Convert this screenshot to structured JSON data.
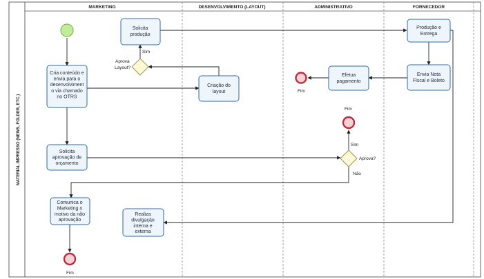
{
  "pool": {
    "title": "MATERIAL IMPRESSO (NEWS, FOLDER, ETC.)"
  },
  "lanes": [
    {
      "id": "marketing",
      "title": "MARKETING"
    },
    {
      "id": "dev",
      "title": "DESENVOLVIMENTO (LAYOUT)"
    },
    {
      "id": "admin",
      "title": "ADMINISTRATIVO"
    },
    {
      "id": "fornecedor",
      "title": "FORNECEDOR"
    }
  ],
  "tasks": {
    "cria_conteudo": [
      "Cria conteúdo e",
      "envia para o",
      "desenvolviment",
      "o via chamado",
      "no OTRS"
    ],
    "solicita_producao": [
      "Solicita",
      "produção"
    ],
    "criacao_layout": [
      "Criação do",
      "layout"
    ],
    "solicita_aprovacao": [
      "Solicita",
      "aprovação de",
      "orçamento"
    ],
    "comunica": [
      "Comunica o",
      "Marketing o",
      "motivo da não",
      "aprovação"
    ],
    "divulgacao": [
      "Realiza",
      "divulgação",
      "interna e",
      "externa"
    ],
    "efetua_pagamento": [
      "Efetua",
      "pagamento"
    ],
    "producao_entrega": [
      "Produção e",
      "Entrega"
    ],
    "envia_nota": [
      "Envia Nota",
      "Fiscal e Boleto"
    ]
  },
  "gateways": {
    "aprova_layout": {
      "question": [
        "Aprova",
        "Layout?"
      ],
      "yes": "Sim"
    },
    "aprova": {
      "question": "Aprova?",
      "yes": "Sim",
      "no": "Não"
    }
  },
  "events": {
    "end_label": "Fim"
  },
  "colors": {
    "task_fill": "#eef5fb",
    "task_stroke": "#2f6aa0",
    "start_fill": "#c3ec9a",
    "end_stroke": "#c22b3d",
    "gateway_fill": "#fdf8d6"
  }
}
